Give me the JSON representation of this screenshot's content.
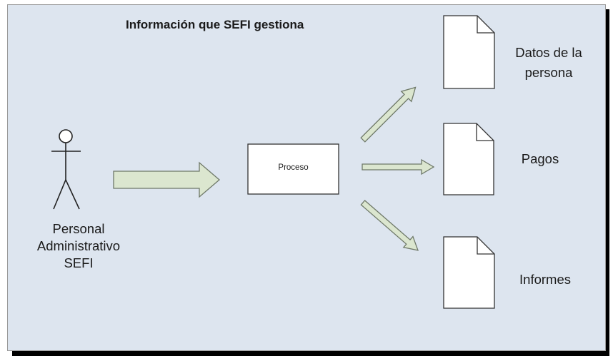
{
  "title": "Información que SEFI gestiona",
  "actor": {
    "lines": [
      "Personal",
      "Administrativo",
      "SEFI"
    ]
  },
  "process": {
    "label": "Proceso"
  },
  "documents": [
    {
      "lines": [
        "Datos de la",
        "persona"
      ]
    },
    {
      "lines": [
        "Pagos"
      ]
    },
    {
      "lines": [
        "Informes"
      ]
    }
  ],
  "colors": {
    "panel": "#dde5ef",
    "arrow_fill": "#dbe6cf",
    "arrow_stroke": "#6e7868",
    "shadow": "#000000"
  }
}
